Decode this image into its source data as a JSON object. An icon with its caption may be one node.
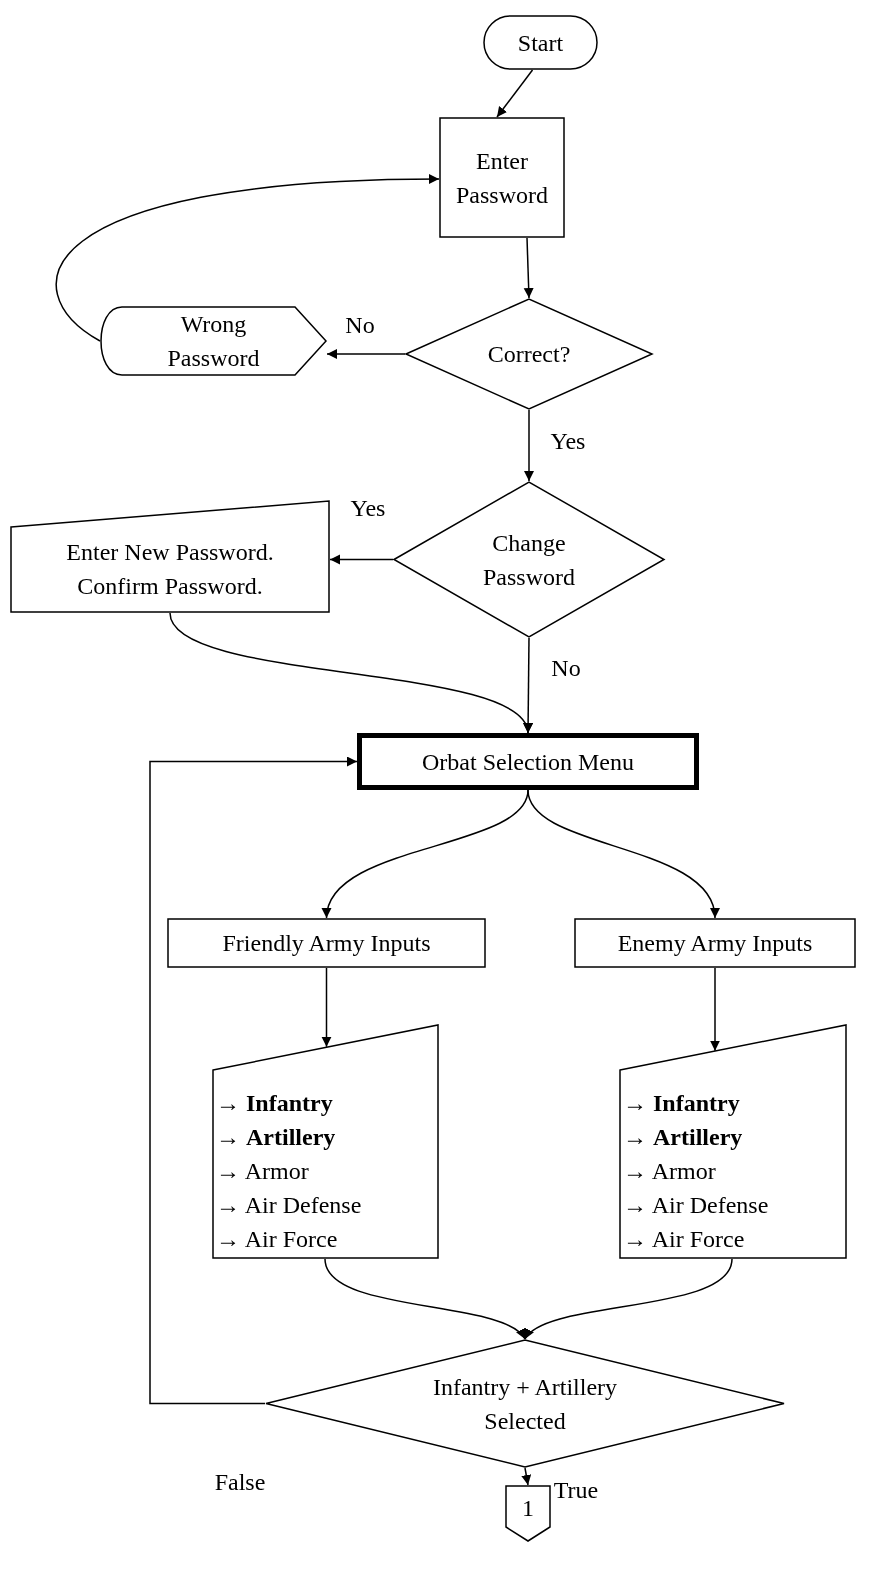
{
  "diagram": {
    "nodes": [
      {
        "text": [
          "Start"
        ]
      },
      {
        "text": [
          "Enter Password"
        ]
      },
      {
        "text": [
          "Correct?"
        ]
      },
      {
        "text": [
          "Wrong Password"
        ]
      },
      {
        "text": [
          "Change Password"
        ]
      },
      {
        "text": [
          "Enter New Password. Confirm Password."
        ]
      },
      {
        "text": [
          "Orbat Selection Menu"
        ]
      },
      {
        "text": [
          "Friendly Army Inputs"
        ]
      },
      {
        "text": [
          "Enemy Army Inputs"
        ]
      },
      {
        "text": [
          "→ **Infantry**",
          "→ **Artillery**",
          "→ Armor",
          "→ Air Defense",
          "→ Air Force"
        ]
      },
      {
        "text": [
          "→ **Infantry**",
          "→ **Artillery**",
          "→ Armor",
          "→ Air Defense",
          "→ Air Force"
        ]
      },
      {
        "text": [
          "Infantry + Artillery Selected"
        ]
      },
      {
        "text": [
          "1"
        ]
      }
    ],
    "edges": [
      {
        "from": 0,
        "to": 1,
        "arrow": "to"
      },
      {
        "from": 1,
        "to": 2,
        "arrow": "to"
      },
      {
        "from": 2,
        "to": 3,
        "arrow": "to",
        "label": "No"
      },
      {
        "from": 3,
        "to": 1,
        "arrow": "to"
      },
      {
        "from": 2,
        "to": 4,
        "arrow": "to",
        "label": "Yes"
      },
      {
        "from": 4,
        "to": 5,
        "arrow": "to",
        "label": "Yes"
      },
      {
        "from": 5,
        "to": 6,
        "arrow": "to"
      },
      {
        "from": 4,
        "to": 6,
        "arrow": "to",
        "label": "No"
      },
      {
        "from": 6,
        "to": 7,
        "arrow": "to"
      },
      {
        "from": 6,
        "to": 8,
        "arrow": "to"
      },
      {
        "from": 7,
        "to": 9,
        "arrow": "to"
      },
      {
        "from": 8,
        "to": 10,
        "arrow": "to"
      },
      {
        "from": 9,
        "to": 11,
        "arrow": "to"
      },
      {
        "from": 10,
        "to": 11,
        "arrow": "to"
      },
      {
        "from": 11,
        "to": 6,
        "arrow": "to",
        "label": "False"
      },
      {
        "from": 11,
        "to": 12,
        "arrow": "to",
        "label": "True"
      }
    ]
  }
}
